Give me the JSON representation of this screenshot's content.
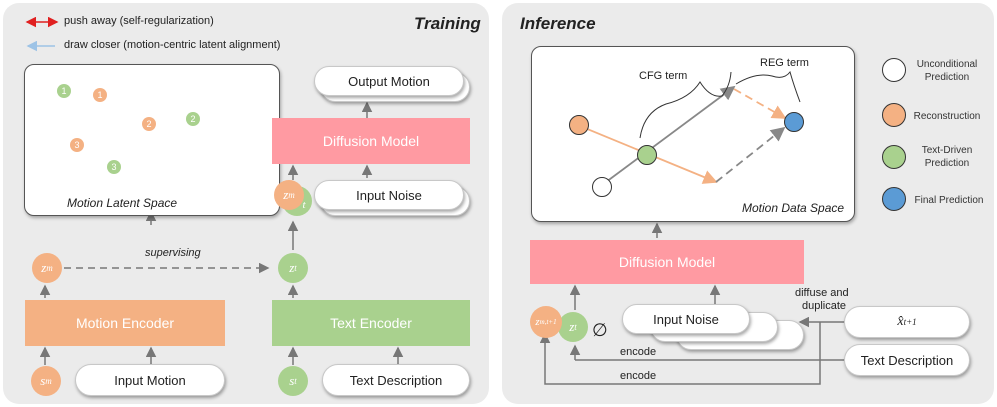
{
  "legend": {
    "push": "push away (self-regularization)",
    "draw": "draw closer (motion-centric latent alignment)"
  },
  "training": {
    "title": "Training",
    "latent_space_label": "Motion Latent Space",
    "nodes": {
      "g1": "1",
      "o1": "1",
      "g2": "2",
      "o2": "2",
      "o3": "3",
      "g3": "3"
    },
    "output_motion": "Output Motion",
    "diffusion_model": "Diffusion Model",
    "input_noise": "Input Noise",
    "supervising": "supervising",
    "z_m": "z",
    "z_m_sub": "m",
    "z_t": "z",
    "z_t_sub": "t",
    "motion_encoder": "Motion Encoder",
    "text_encoder": "Text Encoder",
    "s_m": "s",
    "s_m_sub": "m",
    "s_t": "s",
    "s_t_sub": "t",
    "input_motion": "Input Motion",
    "text_description": "Text Description"
  },
  "inference": {
    "title": "Inference",
    "cfg_term": "CFG term",
    "reg_term": "REG term",
    "data_space_label": "Motion Data Space",
    "diffusion_model": "Diffusion Model",
    "input_noise": "Input Noise",
    "diffuse": "diffuse and",
    "duplicate": "duplicate",
    "x_hat": "x̂",
    "x_hat_sub": "t+1",
    "encode1": "encode",
    "encode2": "encode",
    "text_description": "Text Description",
    "empty_set": "∅",
    "z_mt": "z",
    "z_mt_sub": "m,t+1",
    "z_t": "z",
    "z_t_sub": "t"
  },
  "legend_right": [
    {
      "label": "Unconditional Prediction",
      "color": "#ffffff"
    },
    {
      "label": "Reconstruction",
      "color": "#f4b183"
    },
    {
      "label": "Text-Driven Prediction",
      "color": "#a9d18e"
    },
    {
      "label": "Final Prediction",
      "color": "#5b9bd5"
    }
  ],
  "colors": {
    "orange": "#f4b183",
    "green": "#a9d18e",
    "pink": "#ff9aa2",
    "blue": "#5b9bd5",
    "red_arrow": "#e02020",
    "blue_arrow": "#9dc3e6"
  }
}
